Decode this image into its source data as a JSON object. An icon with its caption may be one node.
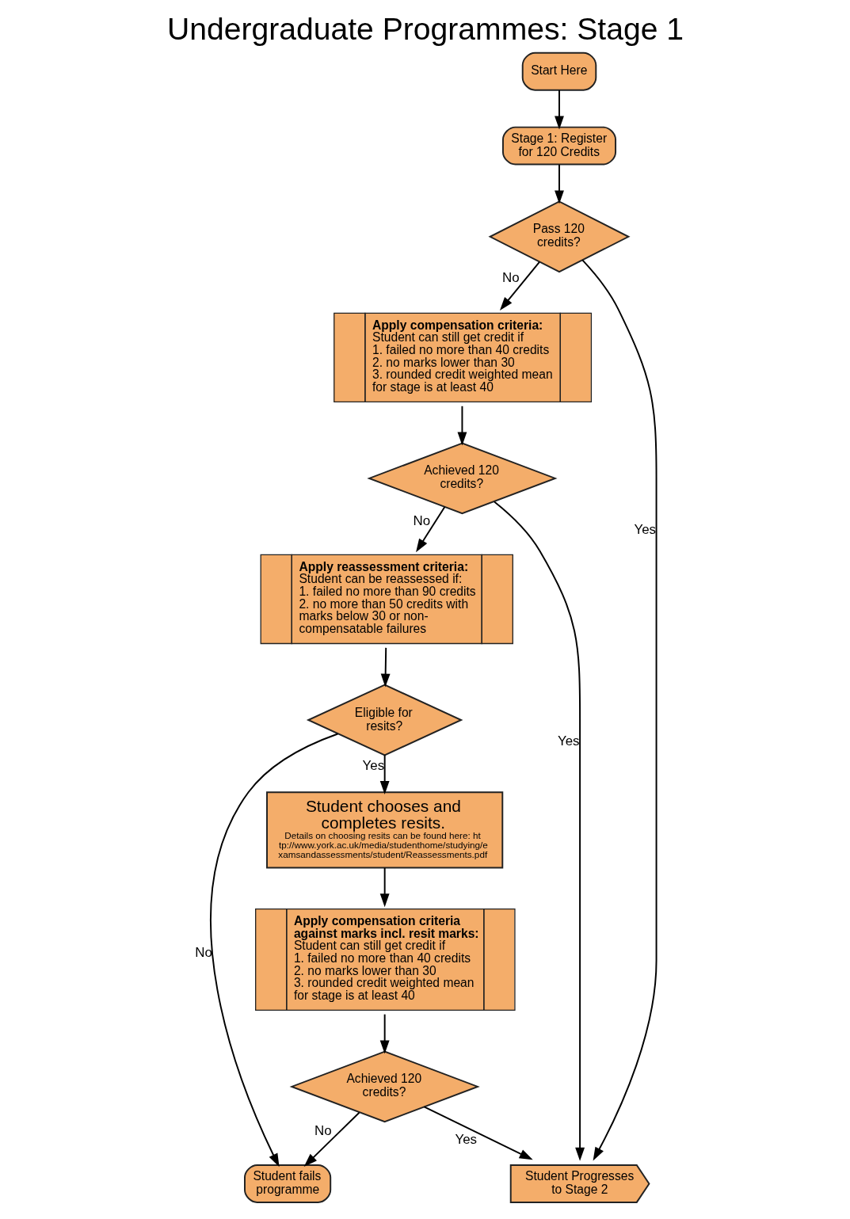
{
  "diagram": {
    "title": "Undergraduate Programmes: Stage 1",
    "nodes": [
      {
        "text": [
          "Start Here"
        ]
      },
      {
        "text": [
          "Stage 1: Register for 120 Credits"
        ]
      },
      {
        "text": [
          "Pass 120 credits?"
        ]
      },
      {
        "text": [
          "Apply compensation criteria:",
          "Student can still get credit if",
          "1. failed no more than 40 credits",
          "2. no marks lower than 30",
          "3. rounded credit weighted mean for stage is at least 40"
        ]
      },
      {
        "text": [
          "Achieved 120 credits?"
        ]
      },
      {
        "text": [
          "Apply reassessment criteria:",
          "Student can be reassessed if:",
          "1. failed no more than 90 credits",
          "2. no more than 50 credits with marks below 30 or non-compensatable failures"
        ]
      },
      {
        "text": [
          "Eligible for resits?"
        ]
      },
      {
        "text": [
          "Student chooses and completes resits.",
          "Details on choosing resits can be found here: http://www.york.ac.uk/media/studenthome/studying/examsandassessments/student/Reassessments.pdf"
        ]
      },
      {
        "text": [
          "Apply compensation criteria against marks incl. resit marks:",
          "Student can still get credit if",
          "1. failed no more than 40 credits",
          "2. no marks lower than 30",
          "3. rounded credit weighted mean for stage is at least 40"
        ]
      },
      {
        "text": [
          "Achieved 120 credits?"
        ]
      },
      {
        "text": [
          "Student fails programme"
        ]
      },
      {
        "text": [
          "Student Progresses to Stage 2"
        ]
      }
    ],
    "edges": [
      {
        "from": 0,
        "to": 1,
        "arrow": "to"
      },
      {
        "from": 1,
        "to": 2,
        "arrow": "to"
      },
      {
        "from": 2,
        "to": 3,
        "arrow": "to",
        "label": "No"
      },
      {
        "from": 2,
        "to": 11,
        "arrow": "to",
        "label": "Yes"
      },
      {
        "from": 3,
        "to": 4,
        "arrow": "to"
      },
      {
        "from": 4,
        "to": 5,
        "arrow": "to",
        "label": "No"
      },
      {
        "from": 4,
        "to": 11,
        "arrow": "to",
        "label": "Yes"
      },
      {
        "from": 5,
        "to": 6,
        "arrow": "to"
      },
      {
        "from": 6,
        "to": 7,
        "arrow": "to",
        "label": "Yes"
      },
      {
        "from": 6,
        "to": 10,
        "arrow": "to",
        "label": "No"
      },
      {
        "from": 7,
        "to": 8,
        "arrow": "to"
      },
      {
        "from": 8,
        "to": 9,
        "arrow": "to"
      },
      {
        "from": 9,
        "to": 10,
        "arrow": "to",
        "label": "No"
      },
      {
        "from": 9,
        "to": 11,
        "arrow": "to",
        "label": "Yes"
      }
    ]
  }
}
